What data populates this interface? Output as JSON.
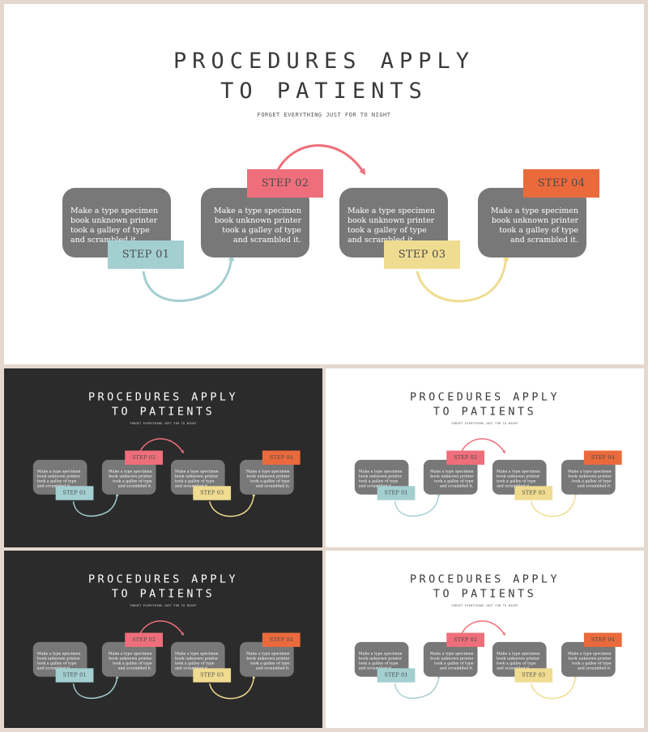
{
  "slide": {
    "title_line1": "PROCEDURES APPLY",
    "title_line2": "TO PATIENTS",
    "subtitle": "FORGET EVERYTHING JUST FOR TO NIGHT",
    "steps": [
      {
        "label": "STEP 01",
        "text": "Make a type specimen book unknown printer took a galley of type and scrambled it.",
        "color": "#a3cfd1"
      },
      {
        "label": "STEP 02",
        "text": "Make a type specimen book unknown printer took a galley of type and scrambled it.",
        "color": "#ee6f7b"
      },
      {
        "label": "STEP 03",
        "text": "Make a type specimen book unknown printer took a galley of type and scrambled it.",
        "color": "#f0dc91"
      },
      {
        "label": "STEP 04",
        "text": "Make a type specimen book unknown printer took a galley of type and scrambled it.",
        "color": "#ea6a3c"
      }
    ]
  },
  "theme": {
    "light_background": "#ffffff",
    "dark_background": "#2b2b2b",
    "card_color": "#787878",
    "frame_color": "#e4d9cf"
  },
  "previews": [
    {
      "variant": "main",
      "theme": "light"
    },
    {
      "variant": "thumbnail",
      "theme": "dark"
    },
    {
      "variant": "thumbnail",
      "theme": "light"
    },
    {
      "variant": "thumbnail",
      "theme": "dark"
    },
    {
      "variant": "thumbnail",
      "theme": "light"
    }
  ]
}
